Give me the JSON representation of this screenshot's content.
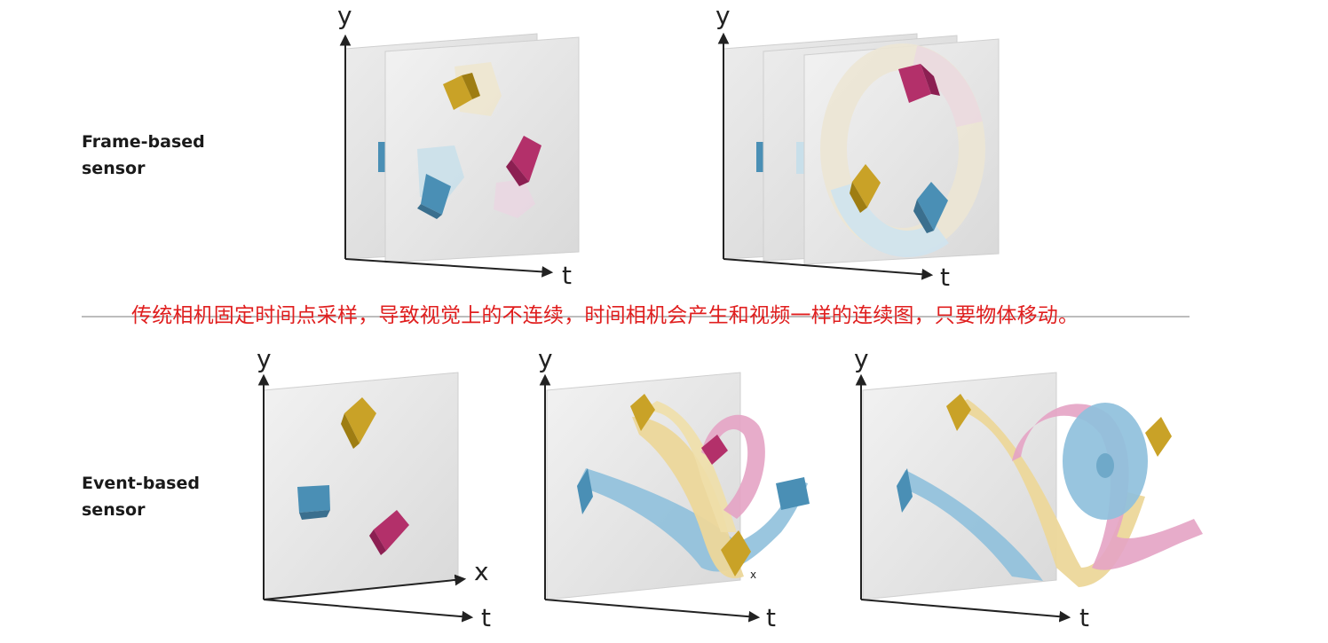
{
  "rows": {
    "frame_label_line1": "Frame-based",
    "frame_label_line2": "sensor",
    "event_label_line1": "Event-based",
    "event_label_line2": "sensor"
  },
  "caption": "传统相机固定时间点采样，导致视觉上的不连续，时间相机会产生和视频一样的连续图，只要物体移动。",
  "axes": {
    "y": "y",
    "t": "t",
    "x": "x"
  },
  "colors": {
    "cube_yellow": "#c9a227",
    "cube_blue": "#4a8fb5",
    "cube_magenta": "#b3306a",
    "trail_yellow": "#ecd79a",
    "trail_blue": "#8fc0dc",
    "trail_pink": "#e4a3c4",
    "frame_face": "#e4e4e4",
    "caption_red": "#e01e1e"
  }
}
